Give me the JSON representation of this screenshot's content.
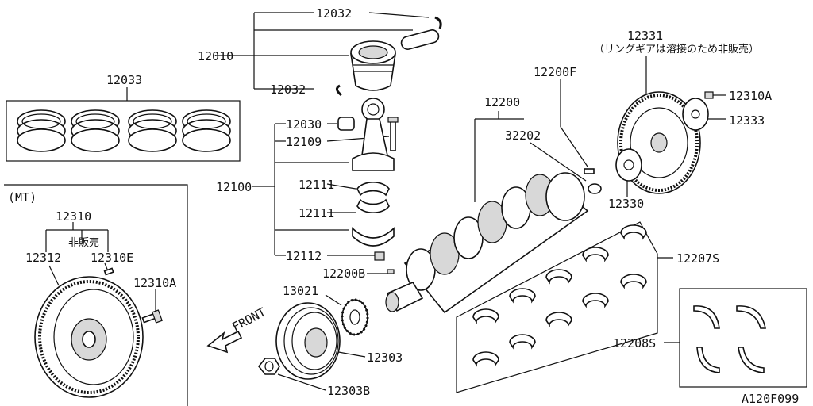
{
  "labels": {
    "p12032_top": "12032",
    "p12010": "12010",
    "p12032_bottom": "12032",
    "p12033": "12033",
    "p12030": "12030",
    "p12109": "12109",
    "p12100": "12100",
    "p12111_a": "12111",
    "p12111_b": "12111",
    "p12112": "12112",
    "p12200B": "12200B",
    "p13021": "13021",
    "p12303": "12303",
    "p12303B": "12303B",
    "p12200F": "12200F",
    "p12200": "12200",
    "p32202": "32202",
    "p12331": "12331",
    "p12331_note": "（リングギアは溶接のため非販売）",
    "p12310A_top": "12310A",
    "p12333": "12333",
    "p12330": "12330",
    "p12207S": "12207S",
    "p12208S": "12208S",
    "mt": "(MT)",
    "p12310": "12310",
    "not_for_sale": "非販売",
    "p12312": "12312",
    "p12310E": "12310E",
    "p12310A_mt": "12310A",
    "front": "FRONT",
    "diagram_id": "A120F099"
  }
}
